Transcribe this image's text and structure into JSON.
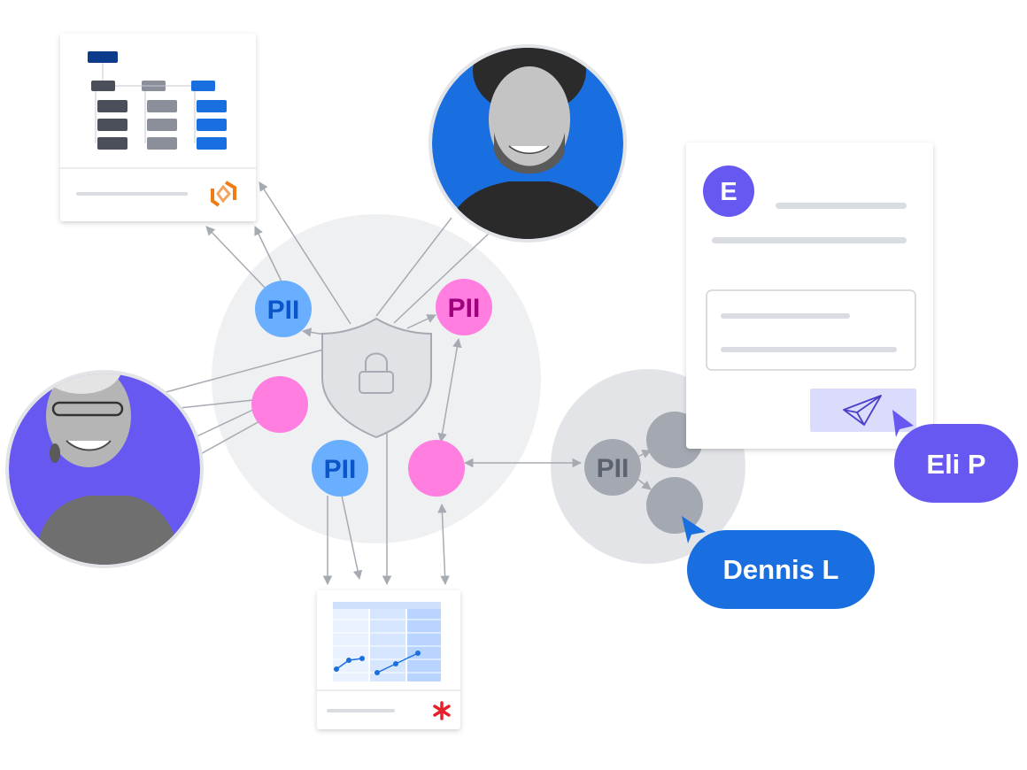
{
  "pii_nodes": [
    {
      "id": "blue-top",
      "label": "PII"
    },
    {
      "id": "pink-top",
      "label": "PII"
    },
    {
      "id": "blue-bottom",
      "label": "PII"
    },
    {
      "id": "gray-right",
      "label": "PII"
    }
  ],
  "user_tags": [
    {
      "id": "eli",
      "label": "Eli P"
    },
    {
      "id": "dennis",
      "label": "Dennis L"
    }
  ],
  "message_card": {
    "avatar_initial": "E"
  },
  "colors": {
    "blue": "#6aaeff",
    "blue_text": "#0b55c9",
    "pink": "#ff7ee0",
    "pink_text": "#a1007c",
    "gray_node": "#a3a8b1",
    "gray_text": "#5c6270",
    "tag_purple": "#6658f0",
    "tag_blue": "#1a6fe0",
    "photo_blue": "#1a6fe0",
    "photo_purple": "#6658f0",
    "connector": "#a6aab2"
  },
  "icons": {
    "shield": "shield-lock-icon",
    "send": "paper-plane-icon",
    "logo_orange": "orange-hexagon-logo-icon",
    "logo_red": "red-asterisk-logo-icon"
  }
}
